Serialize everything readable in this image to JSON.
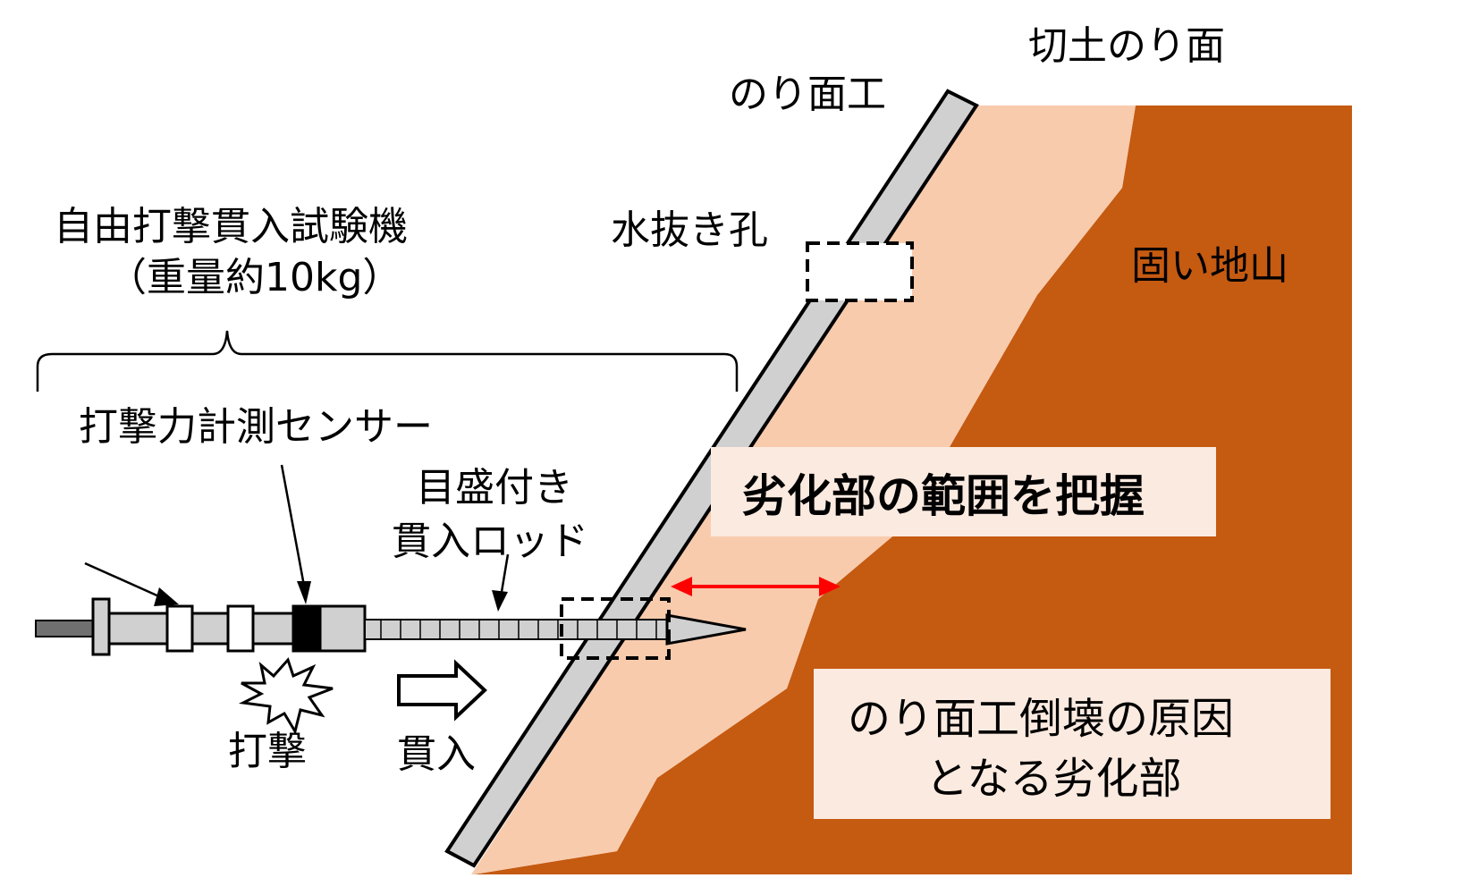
{
  "labels": {
    "cut_slope": "切土のり面",
    "slope_work": "のり面工",
    "weep_hole": "水抜き孔",
    "hard_ground": "固い地山",
    "tester_line1": "自由打撃貫入試験機",
    "tester_line2": "（重量約10kg）",
    "force_sensor": "打撃力計測センサー",
    "rod_line1": "目盛付き",
    "rod_line2": "貫入ロッド",
    "grasp_range": "劣化部の範囲を把握",
    "impact": "打撃",
    "penetration": "貫入",
    "cause_line1": "のり面工倒壊の原因",
    "cause_line2": "となる劣化部"
  },
  "colors": {
    "hard_ground": "#C55A11",
    "degraded_layer": "#F8CBAD",
    "slope_facing": "#D0D0D0",
    "highlight_text": "#FF0000",
    "label_box": "#FBEAE0"
  }
}
